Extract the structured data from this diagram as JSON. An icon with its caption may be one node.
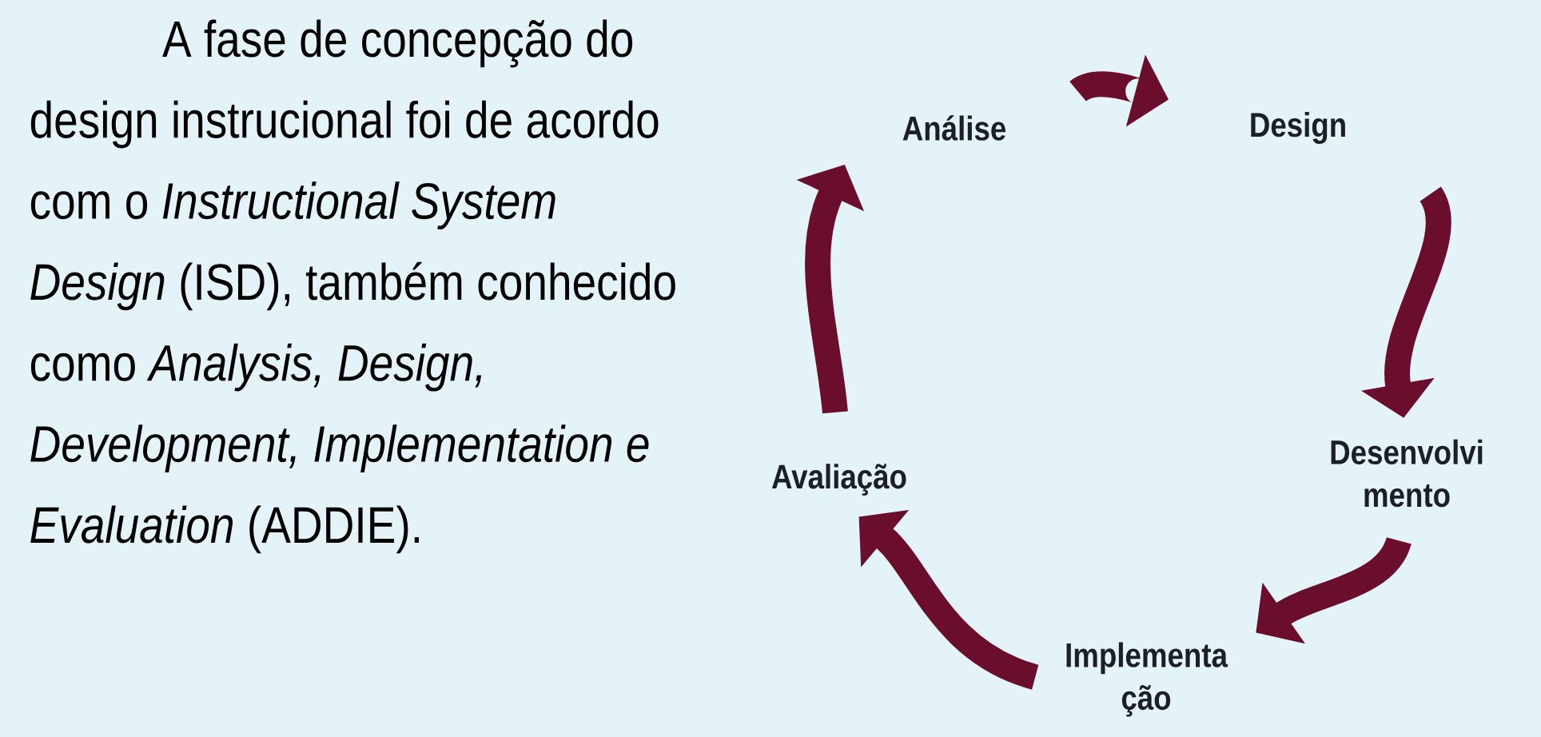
{
  "diagram": {
    "nodes": [
      {
        "text": [
          "Análise"
        ]
      },
      {
        "text": [
          "Design"
        ]
      },
      {
        "text": [
          "Desenvolvi mento"
        ]
      },
      {
        "text": [
          "Implementa ção"
        ]
      },
      {
        "text": [
          "Avaliação"
        ]
      }
    ],
    "edges": [
      {
        "from": 0,
        "to": 1,
        "arrow": "to"
      },
      {
        "from": 1,
        "to": 2,
        "arrow": "to"
      },
      {
        "from": 2,
        "to": 3,
        "arrow": "to"
      },
      {
        "from": 3,
        "to": 4,
        "arrow": "to"
      },
      {
        "from": 4,
        "to": 0,
        "arrow": "to"
      }
    ],
    "labels": [
      "A fase de concepção do design instrucional foi de acordo com o *Instructional System Design* (ISD), também conhecido como *Analysis, Design, Development, Implementation e Evaluation* (ADDIE)."
    ]
  }
}
